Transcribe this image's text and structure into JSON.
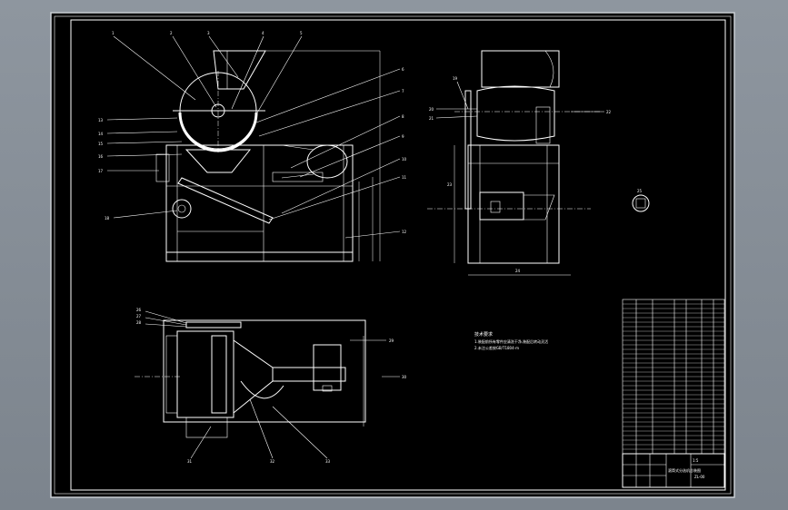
{
  "drawing": {
    "front_view_balloons": [
      "1",
      "2",
      "3",
      "4",
      "5",
      "6",
      "7",
      "8",
      "9",
      "10",
      "11",
      "12",
      "13",
      "14",
      "15",
      "16",
      "17",
      "18"
    ],
    "side_view_balloons": [
      "19",
      "20",
      "21",
      "22",
      "23",
      "24",
      "25"
    ],
    "plan_view_balloons": [
      "26",
      "27",
      "28",
      "29",
      "30",
      "31",
      "32",
      "33"
    ],
    "note_lines": [
      "技术要求",
      "1.装配前所有零件应清洗干净,装配后转动灵活",
      "2.未注公差按GB/T1804-m"
    ],
    "title_block": {
      "name": "滚筒式分选机总装图",
      "scale": "1:5",
      "drawing_no": "ZL-00"
    }
  },
  "colors": {
    "background": "#7f8791",
    "sheet": "#000000",
    "lines": "#ffffff"
  }
}
